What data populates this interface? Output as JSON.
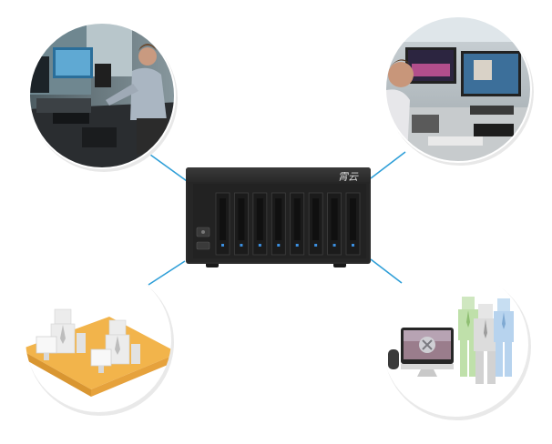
{
  "nas": {
    "brand_logo": "霄云",
    "bay_count": 8,
    "body_color": "#2b2b2b",
    "bay_color": "#1b1b1b",
    "led_color": "#3b8fe0"
  },
  "scenes": [
    {
      "id": "video-editing-workstation",
      "icon": "editor-workstation-photo"
    },
    {
      "id": "dual-monitor-editor",
      "icon": "dual-monitor-photo"
    },
    {
      "id": "office-team",
      "icon": "office-team-illustration"
    },
    {
      "id": "mac-team",
      "icon": "mac-team-illustration"
    }
  ],
  "colors": {
    "connector": "#2f9fd8",
    "circle_bg": "#ffffff",
    "shadow": "#e6e6e6",
    "desk_orange": "#f1b24a"
  }
}
